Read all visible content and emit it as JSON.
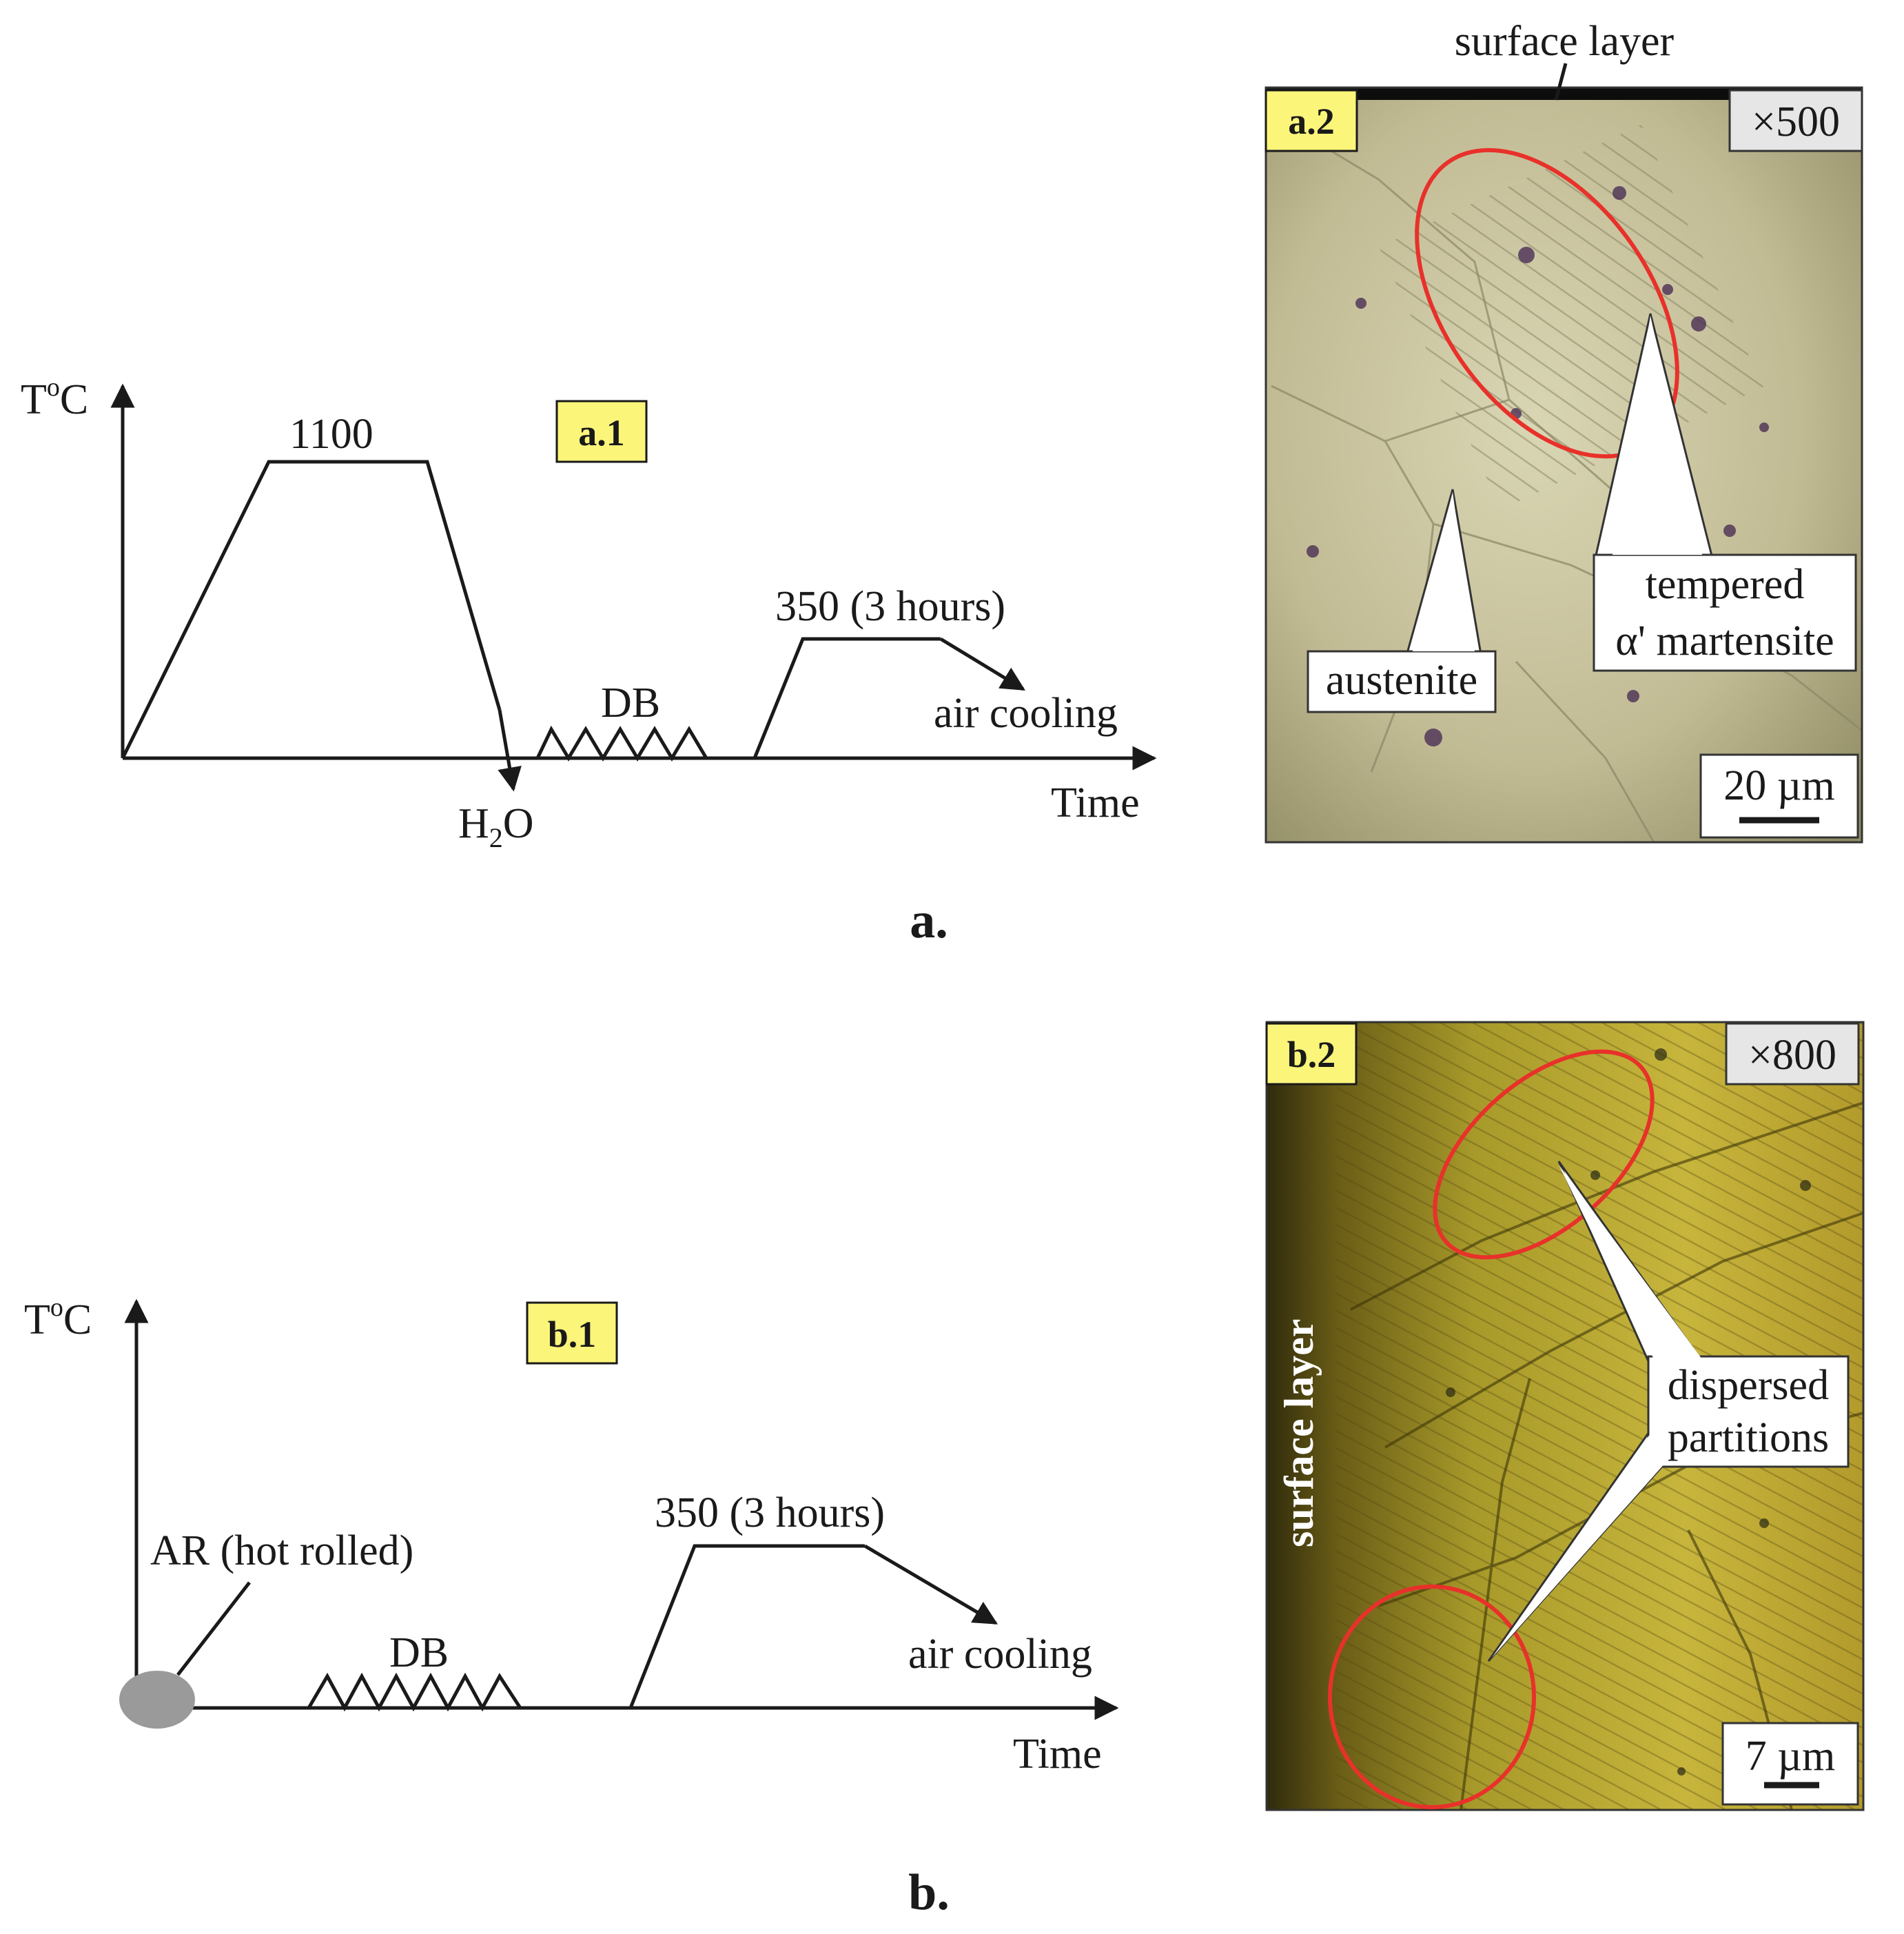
{
  "panel_a": {
    "caption": "a.",
    "chart": {
      "tag": "a.1",
      "y_axis_label_base": "T",
      "y_axis_label_sup": "o",
      "y_axis_label_unit": "C",
      "x_axis_label": "Time",
      "peak_label": "1100",
      "quench_label_base": "H",
      "quench_label_sub": "2",
      "quench_label_end": "O",
      "db_label": "DB",
      "temper_label": "350 (3 hours)",
      "cooling_label": "air cooling"
    },
    "micrograph": {
      "tag": "a.2",
      "magnification": "×500",
      "top_label": "surface layer",
      "callouts": [
        "tempered",
        "α' martensite",
        "austenite"
      ],
      "scale_bar": "20 µm"
    }
  },
  "panel_b": {
    "caption": "b.",
    "chart": {
      "tag": "b.1",
      "y_axis_label_base": "T",
      "y_axis_label_sup": "o",
      "y_axis_label_unit": "C",
      "x_axis_label": "Time",
      "start_label": "AR (hot rolled)",
      "db_label": "DB",
      "temper_label": "350 (3 hours)",
      "cooling_label": "air cooling"
    },
    "micrograph": {
      "tag": "b.2",
      "magnification": "×800",
      "side_label": "surface layer",
      "callouts": [
        "dispersed",
        "partitions"
      ],
      "scale_bar": "7 µm"
    }
  },
  "colors": {
    "tag_fill": "#fbf57a",
    "highlight_ring": "#e8312a",
    "micrograph_a_base": "#bdb790",
    "micrograph_b_base": "#b7a22c"
  }
}
